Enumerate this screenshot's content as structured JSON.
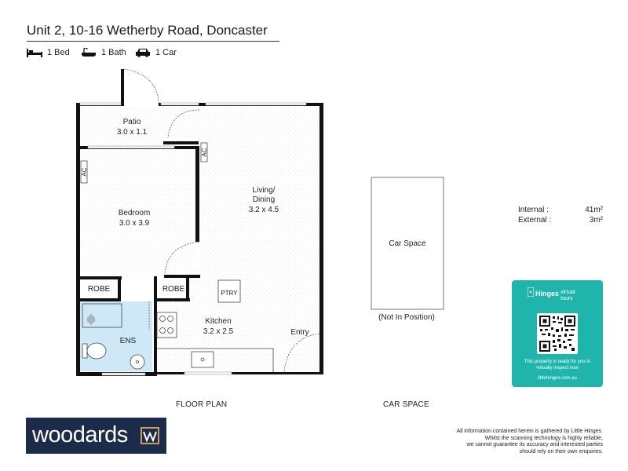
{
  "header": {
    "title": "Unit 2, 10-16 Wetherby Road, Doncaster",
    "features": [
      {
        "icon": "bed-icon",
        "label": "1 Bed"
      },
      {
        "icon": "bath-icon",
        "label": "1 Bath"
      },
      {
        "icon": "car-icon",
        "label": "1 Car"
      }
    ]
  },
  "rooms": {
    "patio": {
      "name": "Patio",
      "dims": "3.0 x 1.1"
    },
    "bedroom": {
      "name": "Bedroom",
      "dims": "3.0 x 3.9"
    },
    "living": {
      "name_line1": "Living/",
      "name_line2": "Dining",
      "dims": "3.2 x 4.5"
    },
    "kitchen": {
      "name": "Kitchen",
      "dims": "3.2 x 2.5"
    },
    "robe_left": "ROBE",
    "robe_right": "ROBE",
    "pantry": "PTRY",
    "ensuite": "ENS",
    "entry": "Entry",
    "ac_bedroom": "AC",
    "ac_living": "AC"
  },
  "car_space": {
    "label": "Car Space",
    "note": "(Not In Position)"
  },
  "area": {
    "internal_label": "Internal :",
    "internal_value": "41m²",
    "external_label": "External :",
    "external_value": "3m²"
  },
  "captions": {
    "floor_plan": "FLOOR PLAN",
    "car_space": "CAR SPACE"
  },
  "hinges": {
    "brand": "Hinges",
    "brand_sub_1": "virtual",
    "brand_sub_2": "tours",
    "message": "This property is ready for you to virtually inspect now",
    "url": "littlehinges.com.au"
  },
  "logo": {
    "word": "woodards"
  },
  "disclaimer": {
    "line1": "All information contained herein is gathered by Little Hinges.",
    "line2": "Whilst the scanning technology is highly reliable,",
    "line3": "we cannot guarantee its accuracy and interested parties",
    "line4": "should rely on their own enquiries."
  },
  "colors": {
    "wall": "#111111",
    "ensuite_fill": "#cfe8f7",
    "hinges_bg": "#1fb5ad",
    "logo_bg": "#1c2b4a",
    "logo_accent": "#c9a15c"
  }
}
